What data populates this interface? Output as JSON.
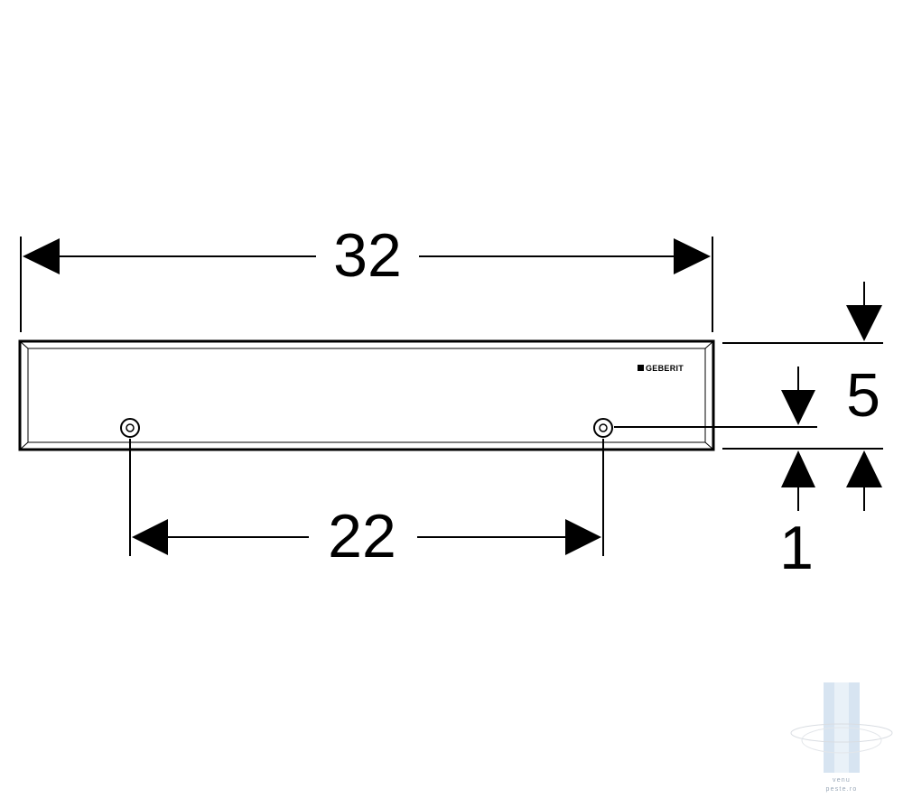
{
  "colors": {
    "line": "#000000",
    "background": "#ffffff",
    "watermark": "#c9d8e8"
  },
  "plate": {
    "brand": "GEBERIT"
  },
  "dimensions": {
    "overall_width": "32",
    "screw_spacing": "22",
    "height": "5",
    "screw_offset": "1"
  },
  "watermark": {
    "line1": "venu",
    "line2": "peste.ro"
  }
}
